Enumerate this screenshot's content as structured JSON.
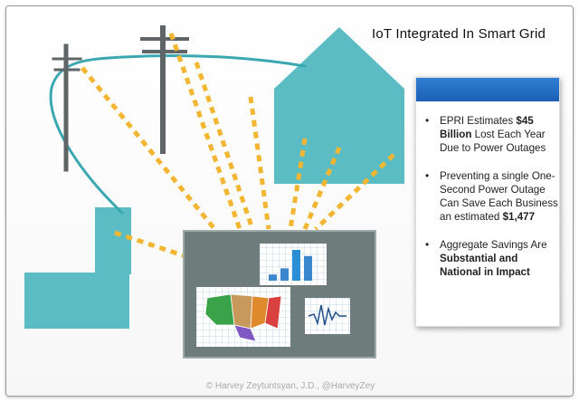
{
  "title": "IoT Integrated In Smart Grid",
  "colors": {
    "teal": "#5bbcc4",
    "teal_dark": "#3ba7b0",
    "pole": "#5f6466",
    "dash": "#f2b632",
    "panel_header": "#2f7fd3",
    "monitor": "#6e7c7c"
  },
  "bullets": [
    {
      "parts": [
        {
          "text": "EPRI Estimates ",
          "bold": false
        },
        {
          "text": "$45 Billion",
          "bold": true
        },
        {
          "text": " Lost Each Year Due to Power Outages",
          "bold": false
        }
      ]
    },
    {
      "parts": [
        {
          "text": "Preventing a single One-Second Power Outage Can Save Each Business an estimated ",
          "bold": false
        },
        {
          "text": "$1,477",
          "bold": true
        }
      ]
    },
    {
      "parts": [
        {
          "text": "Aggregate Savings Are ",
          "bold": false
        },
        {
          "text": "Substantial and National in Impact",
          "bold": true
        }
      ]
    }
  ],
  "bullet_char": "•",
  "bar_chart": {
    "values": [
      1,
      2,
      5,
      4
    ]
  },
  "credit": "© Harvey Zeytuntsyan, J.D., @HarveyZey"
}
